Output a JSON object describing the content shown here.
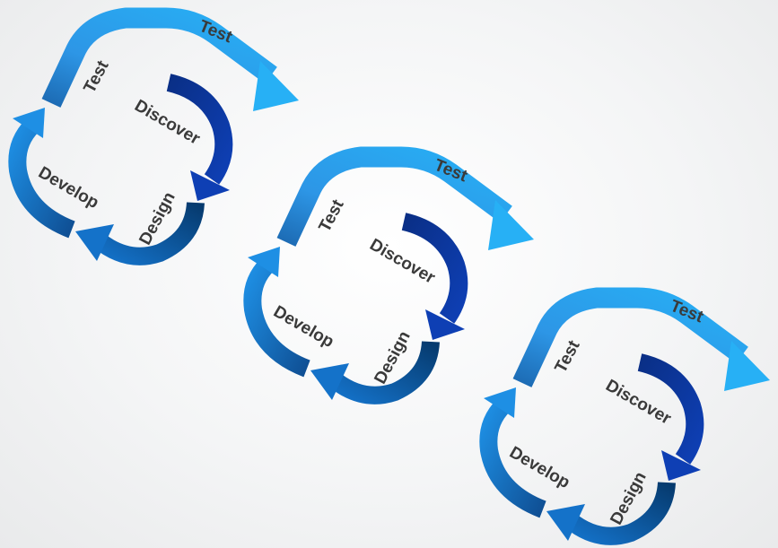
{
  "colors": {
    "light_blue_start": "#1f6fb8",
    "light_blue_end": "#2aa8f2",
    "mid_blue": "#1a82d4",
    "dark_blue": "#0b2f8f",
    "navy": "#0a3f7a"
  },
  "cycles": [
    {
      "labels": {
        "test_outer": "Test",
        "test_inner": "Test",
        "discover": "Discover",
        "design": "Design",
        "develop": "Develop"
      }
    },
    {
      "labels": {
        "test_outer": "Test",
        "test_inner": "Test",
        "discover": "Discover",
        "design": "Design",
        "develop": "Develop"
      }
    },
    {
      "labels": {
        "test_outer": "Test",
        "test_inner": "Test",
        "discover": "Discover",
        "design": "Design",
        "develop": "Develop"
      }
    }
  ]
}
